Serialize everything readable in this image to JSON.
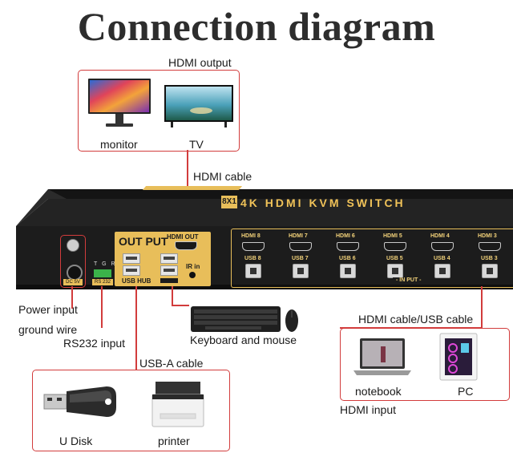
{
  "title": "Connection diagram",
  "labels": {
    "hdmi_output": "HDMI output",
    "monitor": "monitor",
    "tv": "TV",
    "hdmi_cable": "HDMI cable",
    "power_input": "Power input",
    "ground_wire": "ground wire",
    "rs232_input": "RS232 input",
    "keyboard_mouse": "Keyboard and mouse",
    "hdmi_usb_cable": "HDMI cable/USB cable",
    "notebook": "notebook",
    "pc": "PC",
    "hdmi_input": "HDMI input",
    "usba_cable": "USB-A cable",
    "udisk": "U Disk",
    "printer": "printer"
  },
  "device": {
    "brand_text": "4K HDMI KVM SWITCH",
    "model_badge": "8X1",
    "output_label": "OUT PUT",
    "usb_hub": "USB HUB",
    "hdmi_out": "HDMI OUT",
    "ir_in": "IR in",
    "dc": "DC 5V",
    "rs232": "RS 232",
    "tgr": "T G R",
    "in_put": "- IN PUT -",
    "hdmi_ports": [
      "HDMI 8",
      "HDMI 7",
      "HDMI 6",
      "HDMI 5",
      "HDMI 4",
      "HDMI 3"
    ],
    "usb_ports": [
      "USB 8",
      "USB 7",
      "USB 6",
      "USB 5",
      "USB 4",
      "USB 3"
    ]
  },
  "colors": {
    "accent_red": "#d23c3c",
    "gold": "#e8be5a",
    "device_body": "#1c1c1c"
  }
}
